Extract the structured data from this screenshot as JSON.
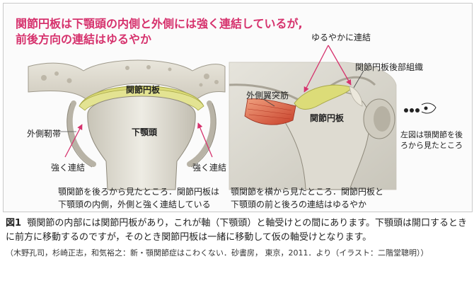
{
  "title_line1": "関節円板は下顎頭の内側と外側には強く連結しているが,",
  "title_line2": "前後方向の連結はゆるやか",
  "left": {
    "label_disc": "関節円板",
    "label_condyle": "下顎頭",
    "label_ligament": "外側靭帯",
    "label_strong_left": "強く連結",
    "label_strong_right": "強く連結",
    "caption_line1": "顎関節を後ろから見たところ．関節円板は",
    "caption_line2": "下顎頭の内側，外側と強く連結している"
  },
  "right": {
    "label_loose": "ゆるやかに連結",
    "label_posterior": "関節円板後部組織",
    "label_muscle": "外側翼突筋",
    "label_disc": "関節円板",
    "label_view_note_line1": "左図は顎関節を後",
    "label_view_note_line2": "ろから見たところ",
    "caption_line1": "顎関節を横から見たところ．関節円板と",
    "caption_line2": "下顎頭の前と後ろの連結はゆるやか"
  },
  "figure_caption": {
    "label": "図1",
    "text": "顎関節の内部には関節円板があり，これが軸（下顎頭）と軸受けとの間にあります。下顎頭は開口するときに前方に移動するのですが，そのとき関節円板は一緒に移動して仮の軸受けとなります。"
  },
  "credit": "（木野孔司，杉崎正志，和気裕之：新・顎関節症はこわくない．砂書房， 東京，2011．より（イラスト：二階堂聰明））",
  "colors": {
    "title": "#d6326d",
    "arrow": "#d6326d",
    "disc": "#dcdc78",
    "muscle": "#d4563a"
  }
}
